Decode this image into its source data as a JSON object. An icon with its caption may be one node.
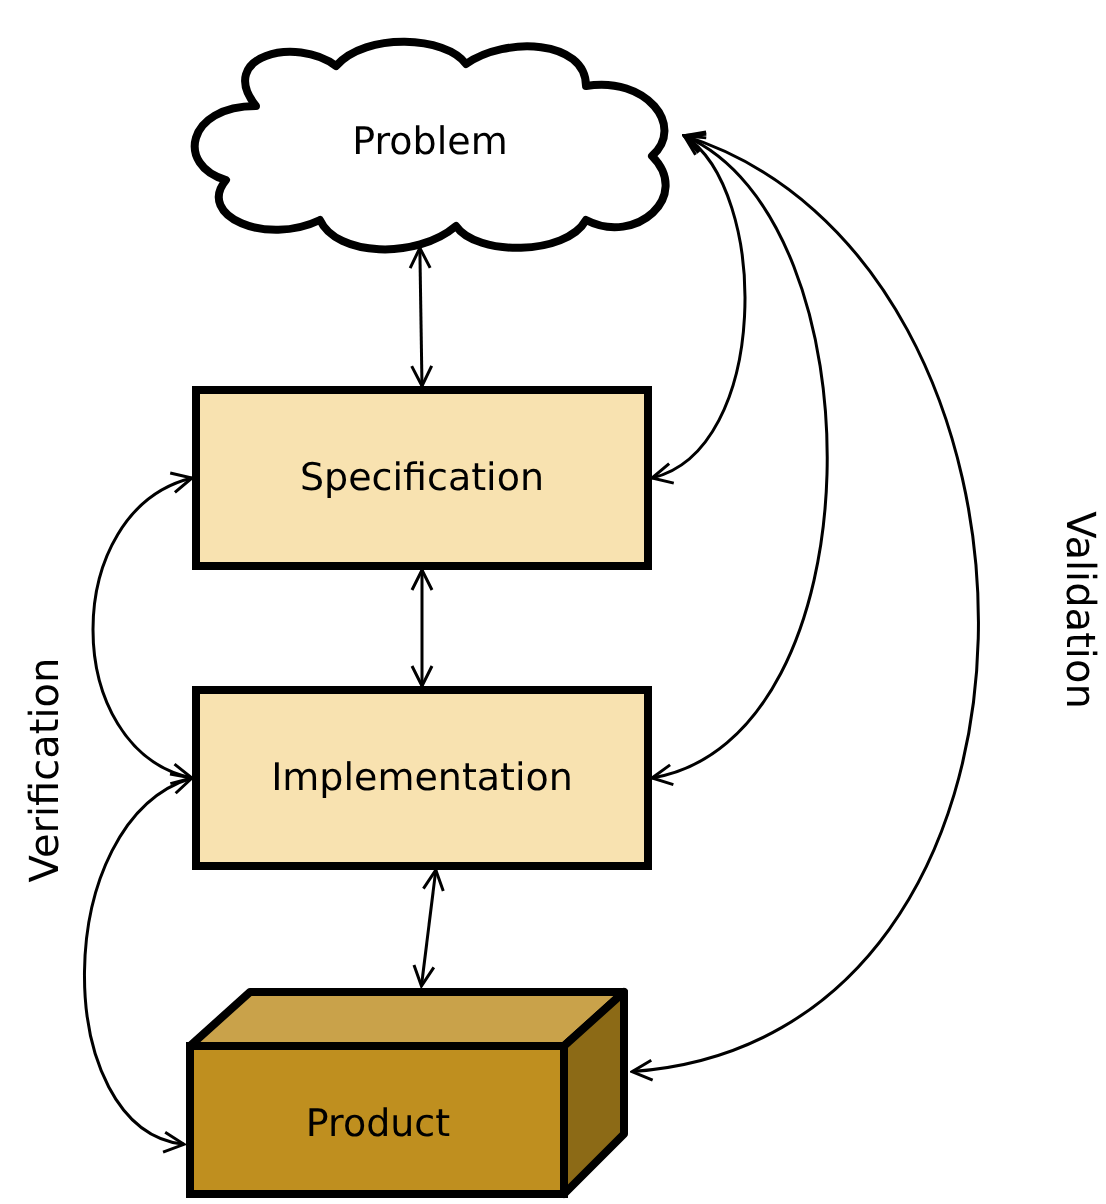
{
  "diagram": {
    "nodes": [
      {
        "text": [
          "Problem"
        ]
      },
      {
        "text": [
          "Specification"
        ]
      },
      {
        "text": [
          "Implementation"
        ]
      },
      {
        "text": [
          "Product"
        ]
      }
    ],
    "edges": [
      {
        "from": 0,
        "to": 1,
        "arrow": "both"
      },
      {
        "from": 1,
        "to": 2,
        "arrow": "both"
      },
      {
        "from": 2,
        "to": 3,
        "arrow": "both"
      },
      {
        "from": 0,
        "to": 1,
        "arrow": "both"
      },
      {
        "from": 0,
        "to": 2,
        "arrow": "both"
      },
      {
        "from": 0,
        "to": 3,
        "arrow": "both"
      },
      {
        "from": 1,
        "to": 2,
        "arrow": "both"
      },
      {
        "from": 2,
        "to": 3,
        "arrow": "both"
      }
    ],
    "labels": [
      "Verification",
      "Validation"
    ]
  }
}
